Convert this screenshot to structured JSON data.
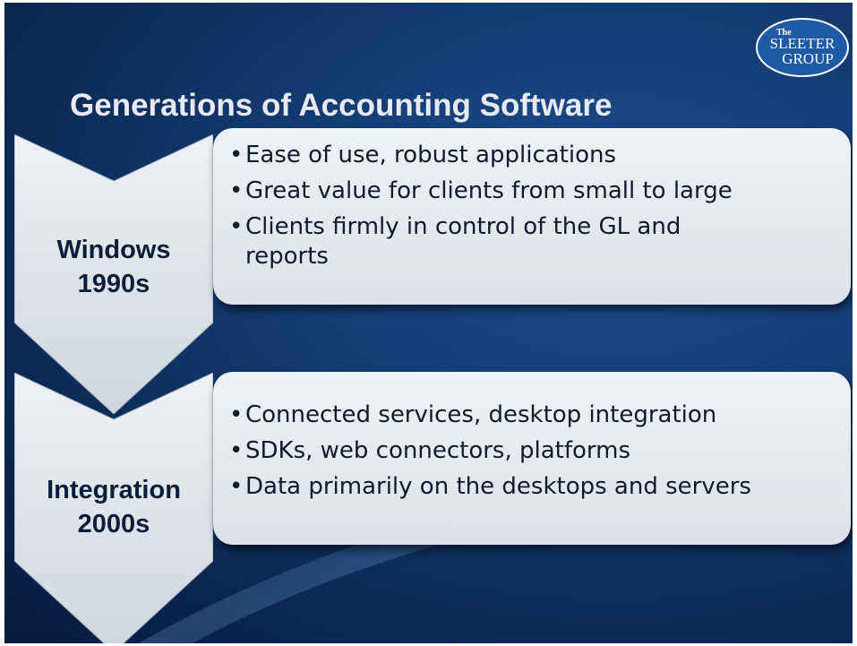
{
  "logo": {
    "the": "The",
    "line1": "SLEETER",
    "line2": "GROUP"
  },
  "title": "Generations of Accounting Software",
  "bullet_glyph": "•",
  "generations": [
    {
      "label_line1": "Windows",
      "label_line2": "1990s",
      "bullets": [
        "Ease of use, robust applications",
        "Great value for clients from small to large",
        "Clients firmly in control of the GL and",
        "reports"
      ]
    },
    {
      "label_line1": "Integration",
      "label_line2": "2000s",
      "bullets": [
        "Connected services, desktop integration",
        "SDKs, web connectors, platforms",
        "Data primarily on the desktops and servers"
      ]
    }
  ],
  "colors": {
    "background": "#143c73",
    "box": "#e6eaee",
    "chevron": "#dfe4ea",
    "title": "#e7ebf1",
    "logo": "#1f5aa6"
  }
}
